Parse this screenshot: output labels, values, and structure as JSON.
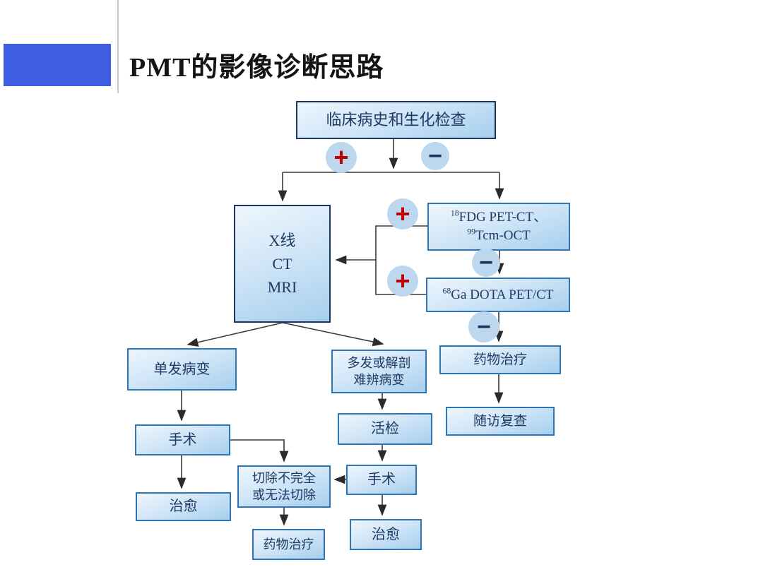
{
  "header": {
    "title": "PMT的影像诊断思路",
    "accent_color": "#3D5EE1"
  },
  "flowchart": {
    "colors": {
      "box_fill_light": "#eef6fc",
      "box_fill_deep": "#a6cfee",
      "box_border": "#2E75B6",
      "box_border_dark": "#17375E",
      "connector": "#3a3a3a",
      "plus": "#C00000",
      "minus": "#17375E",
      "sign_circle": "#BDD7EE"
    },
    "nodes": {
      "clinical": {
        "label": "临床病史和生化检查"
      },
      "xray": {
        "line1": "X线",
        "line2": "CT",
        "line3": "MRI"
      },
      "fdg": {
        "l1sup": "18",
        "l1text": "FDG PET-CT、",
        "l2sup": "99",
        "l2text": "Tcm-OCT"
      },
      "ga": {
        "sup": "68",
        "text": "Ga DOTA PET/CT"
      },
      "drug_right": {
        "label": "药物治疗"
      },
      "followup": {
        "label": "随访复查"
      },
      "single": {
        "label": "单发病变"
      },
      "multi": {
        "line1": "多发或解剖",
        "line2": "难辨病变"
      },
      "surgery_left": {
        "label": "手术"
      },
      "cure_left": {
        "label": "治愈"
      },
      "biopsy": {
        "label": "活检"
      },
      "resect": {
        "line1": "切除不完全",
        "line2": "或无法切除"
      },
      "drug_bottom": {
        "label": "药物治疗"
      },
      "surgery_mid": {
        "label": "手术"
      },
      "cure_right": {
        "label": "治愈"
      }
    },
    "signs": {
      "plus_top": {
        "symbol": "+"
      },
      "minus_top": {
        "symbol": "−"
      },
      "plus_fdg": {
        "symbol": "+"
      },
      "plus_ga": {
        "symbol": "+"
      },
      "minus_fdg": {
        "symbol": "−"
      },
      "minus_ga": {
        "symbol": "−"
      }
    }
  }
}
